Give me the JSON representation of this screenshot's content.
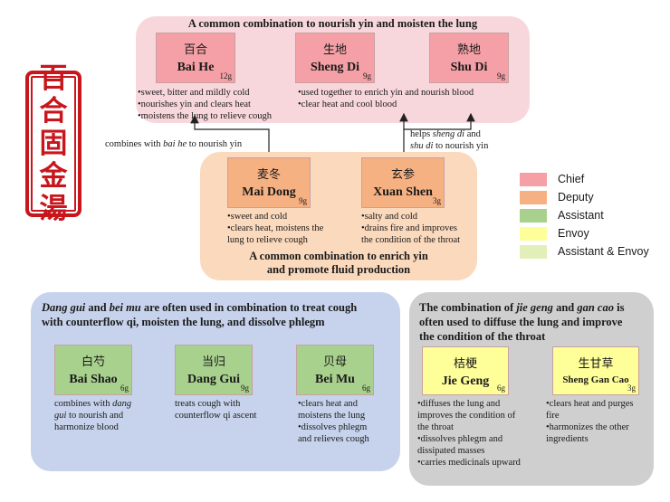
{
  "formula": {
    "seal_chars": [
      "百",
      "合",
      "固",
      "金",
      "湯"
    ]
  },
  "colors": {
    "chief": "#f4a0a6",
    "deputy": "#f6b183",
    "assistant": "#a9d18e",
    "envoy": "#ffff99",
    "assistant_envoy": "#e2efb8",
    "top_panel": "#f8d7dc",
    "mid_panel": "#fbd9bd",
    "left_panel": "#c7d3ec",
    "right_panel": "#cfcfcf"
  },
  "top_group": {
    "title": "A common combination to nourish yin and moisten the lung",
    "herbs": [
      {
        "zh": "百合",
        "en": "Bai He",
        "dose": "12g"
      },
      {
        "zh": "生地",
        "en": "Sheng Di",
        "dose": "9g"
      },
      {
        "zh": "熟地",
        "en": "Shu Di",
        "dose": "9g"
      }
    ],
    "notes_left": [
      "•sweet, bitter and mildly cold",
      "•nourishes yin and clears heat",
      "•moistens the lung to relieve cough"
    ],
    "notes_right": [
      "•used together to enrich yin and nourish blood",
      "•clear heat and cool blood"
    ]
  },
  "connectors": {
    "left_prefix": "combines with ",
    "left_italic": "bai he",
    "left_suffix": " to nourish yin",
    "right_line1_prefix": "helps ",
    "right_line1_italic": "sheng di",
    "right_line1_suffix": " and",
    "right_line2_italic": "shu di",
    "right_line2_suffix": " to nourish yin"
  },
  "mid_group": {
    "herbs": [
      {
        "zh": "麦冬",
        "en": "Mai Dong",
        "dose": "9g"
      },
      {
        "zh": "玄参",
        "en": "Xuan Shen",
        "dose": "3g"
      }
    ],
    "notes_left": [
      "•sweet and cold",
      "•clears heat, moistens the",
      "lung to relieve cough"
    ],
    "notes_right": [
      "•salty and cold",
      "•drains fire and improves",
      "the condition of the throat"
    ],
    "title_line1": "A common combination to enrich yin",
    "title_line2": "and promote fluid production"
  },
  "legend": [
    {
      "label": "Chief",
      "color_key": "chief"
    },
    {
      "label": "Deputy",
      "color_key": "deputy"
    },
    {
      "label": "Assistant",
      "color_key": "assistant"
    },
    {
      "label": "Envoy",
      "color_key": "envoy"
    },
    {
      "label": "Assistant & Envoy",
      "color_key": "assistant_envoy"
    }
  ],
  "left_group": {
    "title_l1_i1": "Dang gui",
    "title_l1_t1": " and ",
    "title_l1_i2": "bei mu",
    "title_l1_t2": " are often used in combination to treat cough",
    "title_l2": "with counterflow qi, moisten the lung, and dissolve phlegm",
    "herbs": [
      {
        "zh": "白芍",
        "en": "Bai Shao",
        "dose": "6g"
      },
      {
        "zh": "当归",
        "en": "Dang Gui",
        "dose": "9g"
      },
      {
        "zh": "贝母",
        "en": "Bei Mu",
        "dose": "6g"
      }
    ],
    "bai_shao_l1_prefix": "combines with ",
    "bai_shao_l1_italic": "dang",
    "bai_shao_l2_italic": "gui",
    "bai_shao_l2_suffix": " to nourish and",
    "bai_shao_l3": "harmonize blood",
    "dang_gui_notes": [
      "treats cough with",
      "counterflow qi ascent"
    ],
    "bei_mu_notes": [
      "•clears heat and",
      "moistens the lung",
      "•dissolves phlegm",
      "and relieves cough"
    ]
  },
  "right_group": {
    "title_l1_t1": "The combination of ",
    "title_l1_i1": "jie geng",
    "title_l1_t2": " and ",
    "title_l1_i2": "gan cao",
    "title_l1_t3": " is",
    "title_l2": "often used to diffuse the lung and improve",
    "title_l3": "the condition of the throat",
    "herbs": [
      {
        "zh": "桔梗",
        "en": "Jie Geng",
        "dose": "6g"
      },
      {
        "zh": "生甘草",
        "en": "Sheng Gan Cao",
        "dose": "3g"
      }
    ],
    "jie_geng_notes": [
      "•diffuses the lung and",
      "improves the condition of",
      "the throat",
      "•dissolves phlegm and",
      "dissipated masses",
      "•carries medicinals upward"
    ],
    "gan_cao_notes": [
      "•clears heat and purges",
      "fire",
      "•harmonizes the other",
      "ingredients"
    ]
  }
}
